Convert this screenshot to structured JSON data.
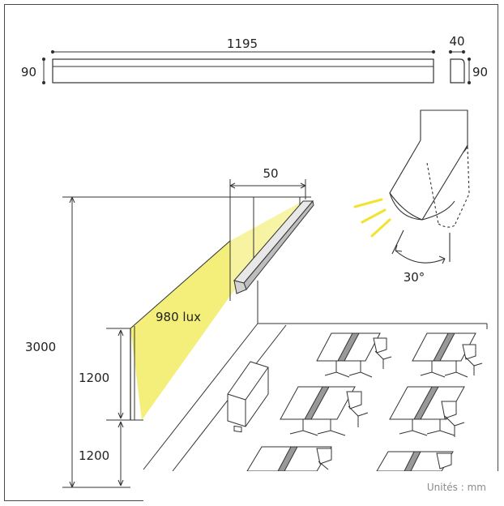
{
  "dimensions": {
    "length": "1195",
    "height_front": "90",
    "width": "40",
    "height_side": "90",
    "offset": "50",
    "ceiling_height": "3000",
    "panel_height": "1200",
    "floor_gap": "1200"
  },
  "illuminance": "980 lux",
  "tilt_angle": "30°",
  "units": "Unités : mm",
  "colors": {
    "light": "#f4ee7a",
    "ray": "#f2e32e",
    "line": "#333333"
  }
}
